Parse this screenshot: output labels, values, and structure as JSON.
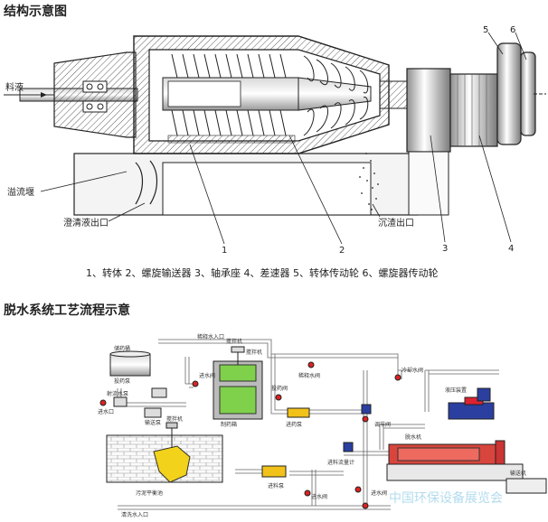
{
  "titles": {
    "structure": "结构示意图",
    "process": "脱水系统工艺流程示意"
  },
  "structure_labels": {
    "feed": "料液",
    "overflow_weir": "溢流堰",
    "clear_outlet": "澄清液出口",
    "sediment_outlet": "沉渣出口",
    "n1": "1",
    "n2": "2",
    "n3": "3",
    "n4": "4",
    "n5": "5",
    "n6": "6"
  },
  "legend": "1、转体 2、螺旋输送器 3、轴承座 4、差速器 5、转体传动轮 6、螺旋器传动轮",
  "process_labels": {
    "dilution_water_in": "稀释水入口",
    "storage_tank": "储药桶",
    "dosing_pump": "投药泵",
    "ejector_pump": "射流水泵",
    "water_inlet": "进水口",
    "transfer_pump": "输送泵",
    "valve1": "进水阀",
    "mixer": "搅拌机",
    "agitator": "搅拌机",
    "dosing_tank": "制药箱",
    "dosing_valve": "投药阀",
    "dilution_valve": "稀释水阀",
    "dose_pump2": "进药泵",
    "cooling_valve": "冷却水阀",
    "hydraulic": "液压装置",
    "mixer2": "搅拌机",
    "sludge_tank": "污泥平衡池",
    "feed_pump": "进料泵",
    "flowmeter": "进料流量计",
    "dewater": "脱水机",
    "adjust_valve": "调节阀",
    "inlet_valve": "进水阀",
    "water_valve": "进水阀",
    "flush_in": "清洗水入口",
    "conveyor": "输送机",
    "watermark": "中国环保设备展览会"
  }
}
